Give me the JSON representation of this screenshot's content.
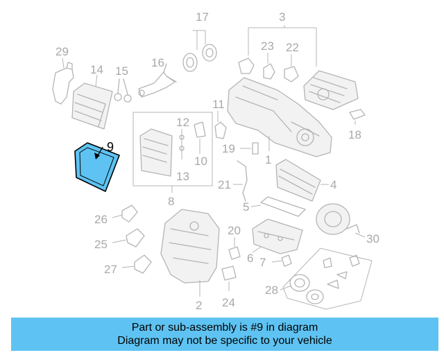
{
  "diagram": {
    "highlight_color": "#5ec3f2",
    "callouts": [
      "1",
      "2",
      "3",
      "4",
      "5",
      "6",
      "7",
      "8",
      "9",
      "10",
      "11",
      "12",
      "13",
      "14",
      "15",
      "16",
      "17",
      "18",
      "19",
      "20",
      "21",
      "22",
      "23",
      "24",
      "25",
      "26",
      "27",
      "28",
      "29",
      "30"
    ],
    "highlighted_callout": "9"
  },
  "banner": {
    "line1": "Part or sub-assembly is #9 in diagram",
    "line2": "Diagram may not be specific to your vehicle"
  }
}
